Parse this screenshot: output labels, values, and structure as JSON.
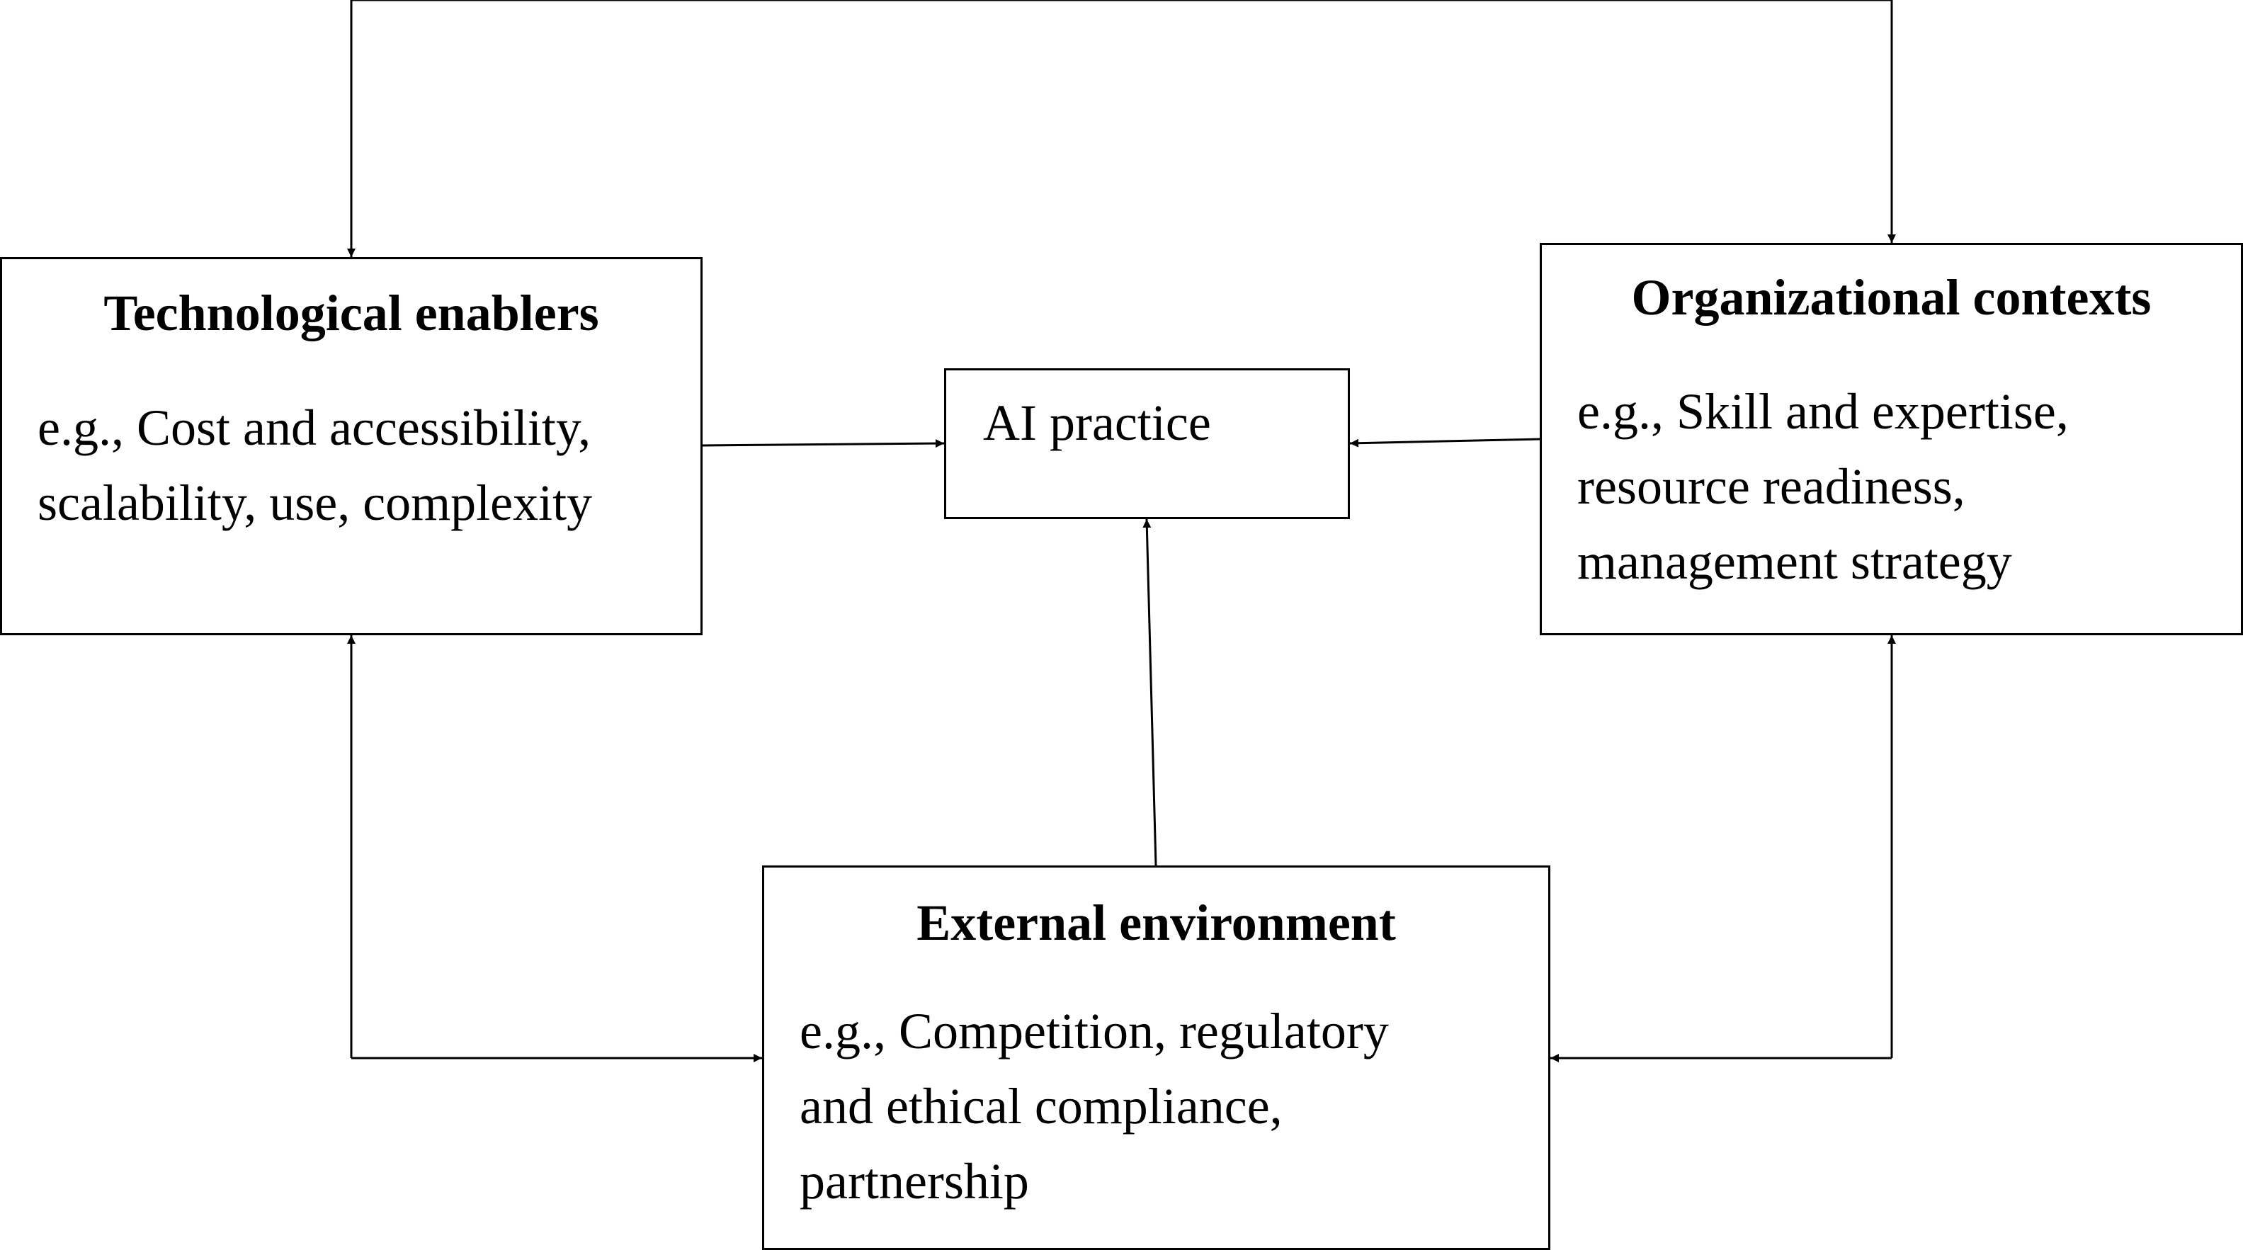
{
  "diagram": {
    "center": {
      "label": "AI practice"
    },
    "technological": {
      "title": "Technological enablers",
      "lines": [
        "e.g., Cost and accessibility,",
        "scalability, use, complexity"
      ]
    },
    "organizational": {
      "title": "Organizational contexts",
      "lines": [
        "e.g., Skill and expertise,",
        "resource readiness,",
        "management strategy"
      ]
    },
    "external": {
      "title": "External environment",
      "lines": [
        "e.g., Competition, regulatory",
        "and ethical compliance,",
        "partnership"
      ]
    }
  }
}
